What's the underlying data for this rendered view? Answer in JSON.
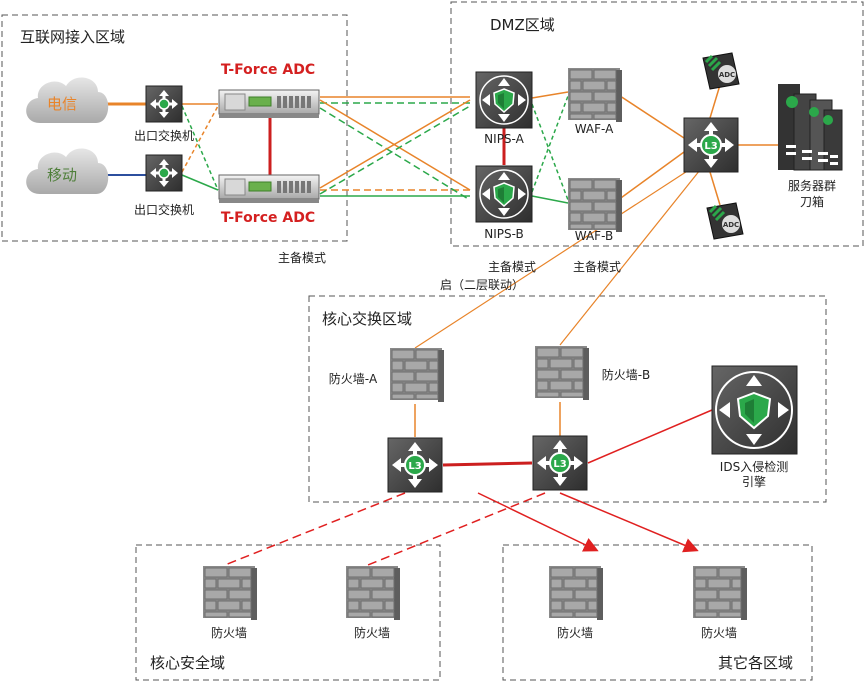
{
  "zones": {
    "internet": "互联网接入区域",
    "dmz": "DMZ区域",
    "core": "核心交换区域",
    "core_security": "核心安全域",
    "other": "其它各区域"
  },
  "isp": {
    "telecom": "电信",
    "mobile": "移动"
  },
  "labels": {
    "exit_switch_top": "出口交换机",
    "exit_switch_bottom": "出口交换机",
    "adc_top": "T-Force ADC",
    "adc_bottom": "T-Force ADC",
    "active_standby_1": "主备模式",
    "nips_a": "NIPS-A",
    "nips_b": "NIPS-B",
    "waf_a": "WAF-A",
    "waf_b": "WAF-B",
    "server_cluster": "服务器群",
    "blade_box": "刀箱",
    "active_standby_2": "主备模式",
    "active_standby_3": "主备模式",
    "l2_link": "启（二层联动）",
    "fw_a": "防火墙-A",
    "fw_b": "防火墙-B",
    "ids_line1": "IDS入侵检测",
    "ids_line2": "引擎",
    "fw_1": "防火墙",
    "fw_2": "防火墙",
    "fw_3": "防火墙",
    "fw_4": "防火墙",
    "adc_icon": "ADC",
    "l3_icon": "L3"
  },
  "colors": {
    "orange": "#e8842a",
    "green": "#2ba84a",
    "red": "#cc1f1f",
    "blue": "#2c4f9e",
    "zone_border": "#555555"
  }
}
